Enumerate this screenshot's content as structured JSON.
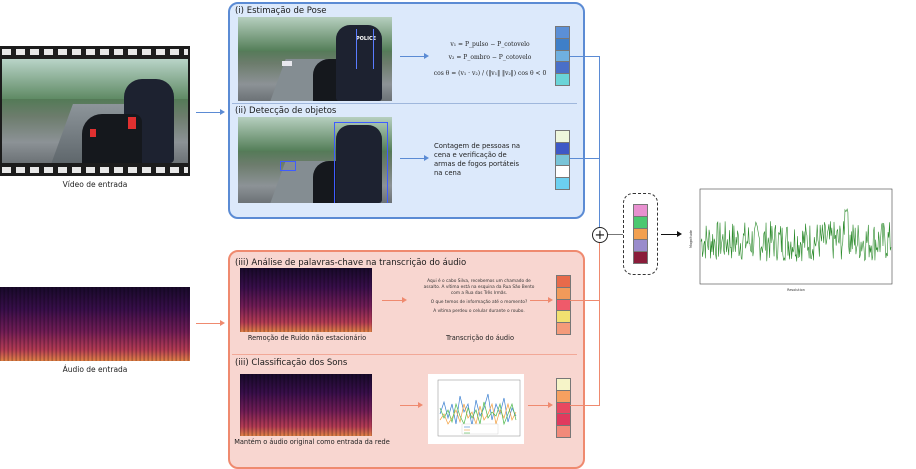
{
  "input_video_label": "Vídeo de entrada",
  "input_audio_label": "Áudio de entrada",
  "panel_top": {
    "pose_title": "(i) Estimação de Pose",
    "objects_title": "(ii) Detecção de objetos",
    "police_text": "POLICE",
    "formula_line1": "v₁ = P_pulso − P_cotovelo",
    "formula_line2": "v₂ = P_ombro − P_cotovelo",
    "formula_line3": "cos θ = (v₁ · v₂) / (‖v₁‖ ‖v₂‖)      cos θ < 0",
    "objects_text": "Contagem de pessoas na cena e verificação de armas de fogos portáteis na cena"
  },
  "panel_bottom": {
    "keywords_title": "(iii) Análise de palavras-chave na transcrição do áudio",
    "noise_label": "Remoção de Ruído não estacionário",
    "transcription_label": "Transcrição do áudio",
    "transcript_p1": "Aqui é o cabo Silva, recebemos um chamado de assalto. A vítima está na esquina da Rua São Bento com a Rua das Três Irmãs.",
    "transcript_p2": "O que temos de informação até o momento?",
    "transcript_p3": "A vítima perdeu o celular durante o roubo.",
    "sounds_title": "(iii) Classificação dos Sons",
    "keep_audio_label": "Mantém o áudio original como entrada da rede"
  },
  "plus_symbol": "+",
  "feature_colors": {
    "pose": [
      "#5b8fd6",
      "#3f7fc8",
      "#6fb0e0",
      "#4a6fc8",
      "#6ad4d8"
    ],
    "objects": [
      "#eef6dc",
      "#3e58c6",
      "#79c4d8",
      "#ffffff",
      "#6cd0f0"
    ],
    "keywords": [
      "#e86a4a",
      "#f29a5a",
      "#ef5a6a",
      "#f2e070",
      "#f49a7a"
    ],
    "sounds": [
      "#f6f4c8",
      "#f6a060",
      "#e84860",
      "#e03a5e",
      "#f28a7a"
    ],
    "fused": [
      "#e890d0",
      "#4cc870",
      "#f2a050",
      "#9a8ccc",
      "#8a1c3a"
    ]
  },
  "result_chart": {
    "xlabel": "Resolution",
    "ylabel": "Magnitude"
  }
}
